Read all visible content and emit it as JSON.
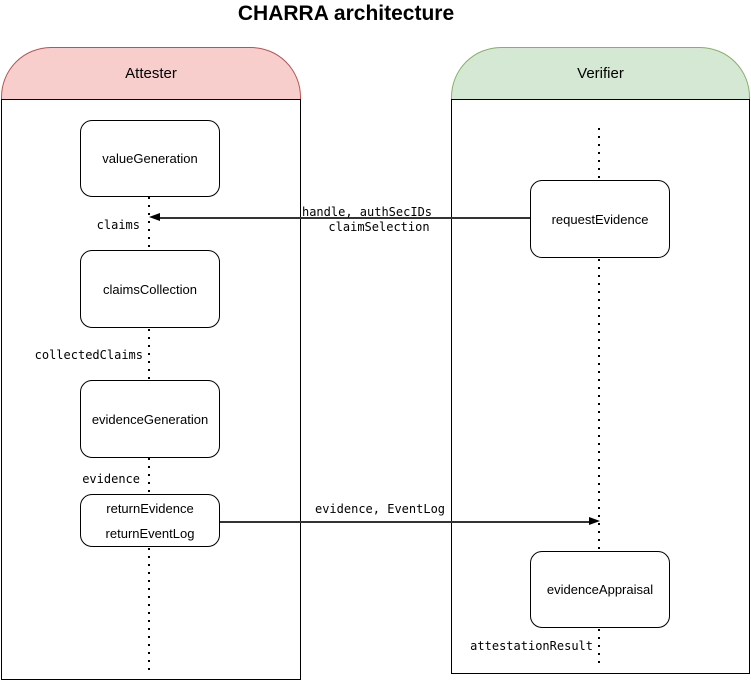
{
  "title": "CHARRA architecture",
  "lanes": {
    "attester": {
      "label": "Attester",
      "header_fill": "#f8cecc",
      "header_stroke": "#b85450"
    },
    "verifier": {
      "label": "Verifier",
      "header_fill": "#d5e8d4",
      "header_stroke": "#82b366"
    }
  },
  "nodes": {
    "value_generation": {
      "label": "valueGeneration"
    },
    "claims_collection": {
      "label": "claimsCollection"
    },
    "evidence_generation": {
      "label": "evidenceGeneration"
    },
    "return_box": {
      "line1": "returnEvidence",
      "line2": "returnEventLog"
    },
    "request_evidence": {
      "label": "requestEvidence"
    },
    "evidence_appraisal": {
      "label": "evidenceAppraisal"
    }
  },
  "messages": {
    "request_evidence_msg": {
      "label_top": "handle, authSecIDs",
      "label_bottom": "claimSelection",
      "direction": "left"
    },
    "return_evidence_msg": {
      "label": "evidence, EventLog",
      "direction": "right"
    }
  },
  "lifeline_labels": {
    "claims": "claims",
    "collected_claims": "collectedClaims",
    "evidence": "evidence",
    "attestation_result": "attestationResult"
  },
  "colors": {
    "attester_header_fill": "#f8cecc",
    "attester_header_stroke": "#b85450",
    "verifier_header_fill": "#d5e8d4",
    "verifier_header_stroke": "#82b366",
    "node_fill": "#ffffff",
    "stroke": "#000000"
  }
}
